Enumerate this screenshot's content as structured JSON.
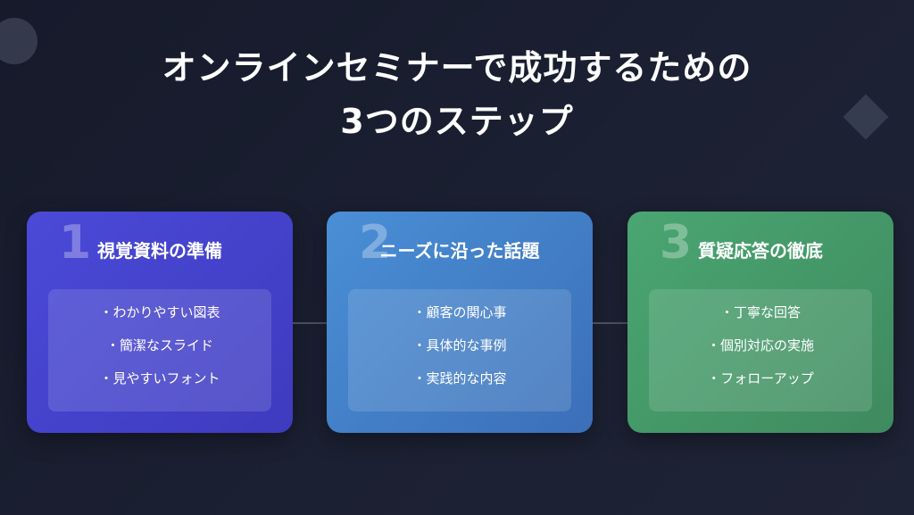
{
  "title": {
    "line1": "オンラインセミナーで成功するための",
    "line2": "3つのステップ"
  },
  "steps": [
    {
      "number": "1",
      "title": "視覚資料の準備",
      "items": [
        "・わかりやすい図表",
        "・簡潔なスライド",
        "・見やすいフォント"
      ],
      "color": "#4545d0"
    },
    {
      "number": "2",
      "title": "ニーズに沿った話題",
      "items": [
        "・顧客の関心事",
        "・具体的な事例",
        "・実践的な内容"
      ],
      "color": "#4585cc"
    },
    {
      "number": "3",
      "title": "質疑応答の徹底",
      "items": [
        "・丁寧な回答",
        "・個別対応の実施",
        "・フォローアップ"
      ],
      "color": "#459a6a"
    }
  ],
  "icons": {
    "arrow": "arrow-right-icon"
  }
}
